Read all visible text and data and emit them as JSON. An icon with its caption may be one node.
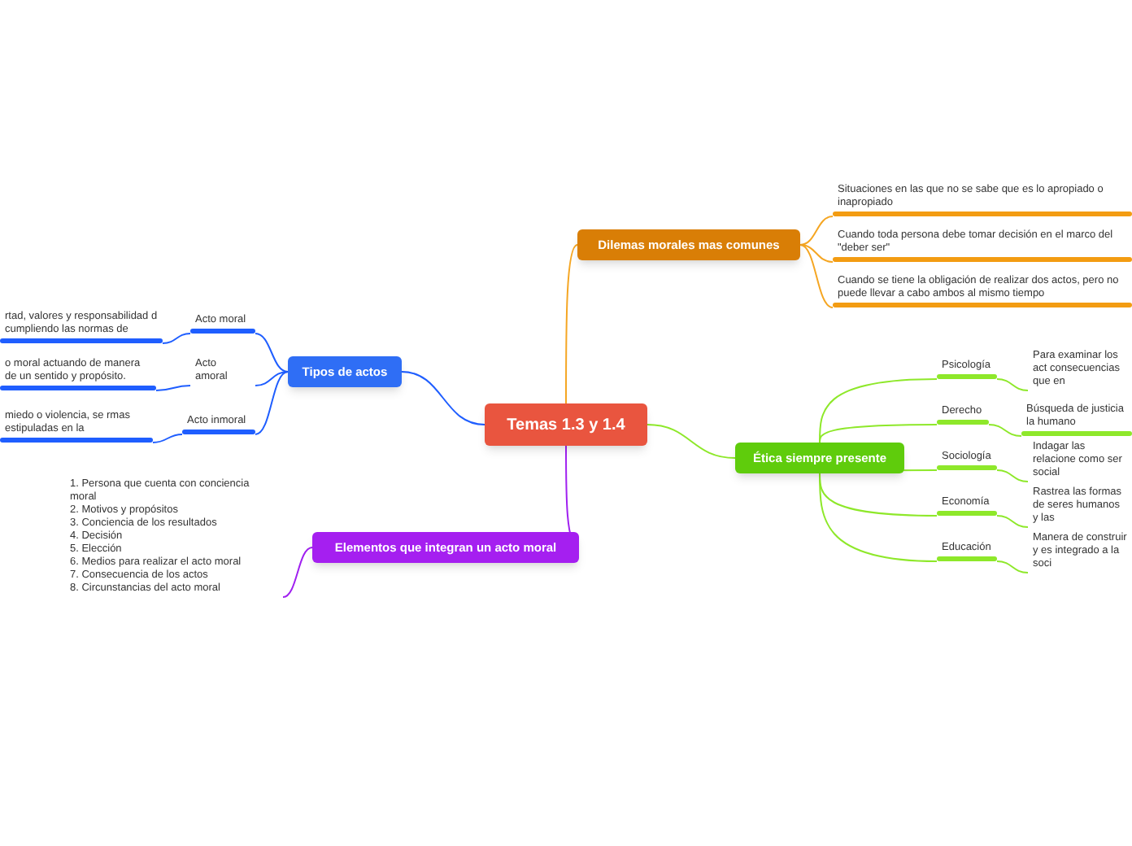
{
  "diagram": {
    "nodes": [
      {
        "text": [
          "Temas 1.3 y 1.4"
        ]
      },
      {
        "text": [
          "Dilemas morales mas comunes"
        ]
      },
      {
        "text": [
          "Situaciones en las que no se sabe que es lo apropiado o inapropiado"
        ]
      },
      {
        "text": [
          "Cuando toda persona debe tomar decisión en el marco del \"deber ser\""
        ]
      },
      {
        "text": [
          "Cuando se tiene la obligación de realizar dos actos, pero no puede llevar a cabo ambos al mismo tiempo"
        ]
      },
      {
        "text": [
          "Tipos de actos"
        ]
      },
      {
        "text": [
          "Acto moral"
        ]
      },
      {
        "text": [
          "rtad, valores y responsabilidad d cumpliendo las normas de"
        ]
      },
      {
        "text": [
          "Acto amoral"
        ]
      },
      {
        "text": [
          "o moral actuando de manera de un sentido y propósito."
        ]
      },
      {
        "text": [
          "Acto inmoral"
        ]
      },
      {
        "text": [
          "miedo o violencia, se rmas estipuladas en la"
        ]
      },
      {
        "text": [
          "Ética siempre presente"
        ]
      },
      {
        "text": [
          "Psicología"
        ]
      },
      {
        "text": [
          "Para examinar los act consecuencias que en"
        ]
      },
      {
        "text": [
          "Derecho"
        ]
      },
      {
        "text": [
          "Búsqueda de justicia la humano"
        ]
      },
      {
        "text": [
          "Sociología"
        ]
      },
      {
        "text": [
          "Indagar las relacione como ser social"
        ]
      },
      {
        "text": [
          "Economía"
        ]
      },
      {
        "text": [
          "Rastrea las formas de seres humanos y las"
        ]
      },
      {
        "text": [
          "Educación"
        ]
      },
      {
        "text": [
          "Manera de construir y es integrado a la soci"
        ]
      },
      {
        "text": [
          "Elementos que integran un acto moral"
        ]
      },
      {
        "text": [
          "1. Persona que cuenta con conciencia moral",
          "2. Motivos y propósitos",
          "3. Conciencia de los resultados",
          "4. Decisión",
          "5. Elección",
          "6. Medios para realizar el acto moral",
          "7. Consecuencia de los actos",
          "8. Circunstancias del acto moral"
        ]
      }
    ],
    "edges": [
      {
        "from": 0,
        "to": 1,
        "arrow": "none",
        "color": "#f5a623"
      },
      {
        "from": 1,
        "to": 2,
        "arrow": "none",
        "color": "#f5a623"
      },
      {
        "from": 1,
        "to": 3,
        "arrow": "none",
        "color": "#f5a623"
      },
      {
        "from": 1,
        "to": 4,
        "arrow": "none",
        "color": "#f5a623"
      },
      {
        "from": 0,
        "to": 5,
        "arrow": "none",
        "color": "#1f5eff"
      },
      {
        "from": 5,
        "to": 6,
        "arrow": "none",
        "color": "#1f5eff"
      },
      {
        "from": 6,
        "to": 7,
        "arrow": "none",
        "color": "#1f5eff"
      },
      {
        "from": 5,
        "to": 8,
        "arrow": "none",
        "color": "#1f5eff"
      },
      {
        "from": 8,
        "to": 9,
        "arrow": "none",
        "color": "#1f5eff"
      },
      {
        "from": 5,
        "to": 10,
        "arrow": "none",
        "color": "#1f5eff"
      },
      {
        "from": 10,
        "to": 11,
        "arrow": "none",
        "color": "#1f5eff"
      },
      {
        "from": 0,
        "to": 12,
        "arrow": "none",
        "color": "#8ee82a"
      },
      {
        "from": 12,
        "to": 13,
        "arrow": "none",
        "color": "#8ee82a"
      },
      {
        "from": 13,
        "to": 14,
        "arrow": "none",
        "color": "#8ee82a"
      },
      {
        "from": 12,
        "to": 15,
        "arrow": "none",
        "color": "#8ee82a"
      },
      {
        "from": 15,
        "to": 16,
        "arrow": "none",
        "color": "#8ee82a"
      },
      {
        "from": 12,
        "to": 17,
        "arrow": "none",
        "color": "#8ee82a"
      },
      {
        "from": 17,
        "to": 18,
        "arrow": "none",
        "color": "#8ee82a"
      },
      {
        "from": 12,
        "to": 19,
        "arrow": "none",
        "color": "#8ee82a"
      },
      {
        "from": 19,
        "to": 20,
        "arrow": "none",
        "color": "#8ee82a"
      },
      {
        "from": 12,
        "to": 21,
        "arrow": "none",
        "color": "#8ee82a"
      },
      {
        "from": 21,
        "to": 22,
        "arrow": "none",
        "color": "#8ee82a"
      },
      {
        "from": 0,
        "to": 23,
        "arrow": "none",
        "color": "#a020f0"
      },
      {
        "from": 23,
        "to": 24,
        "arrow": "none",
        "color": "#a020f0"
      }
    ]
  }
}
